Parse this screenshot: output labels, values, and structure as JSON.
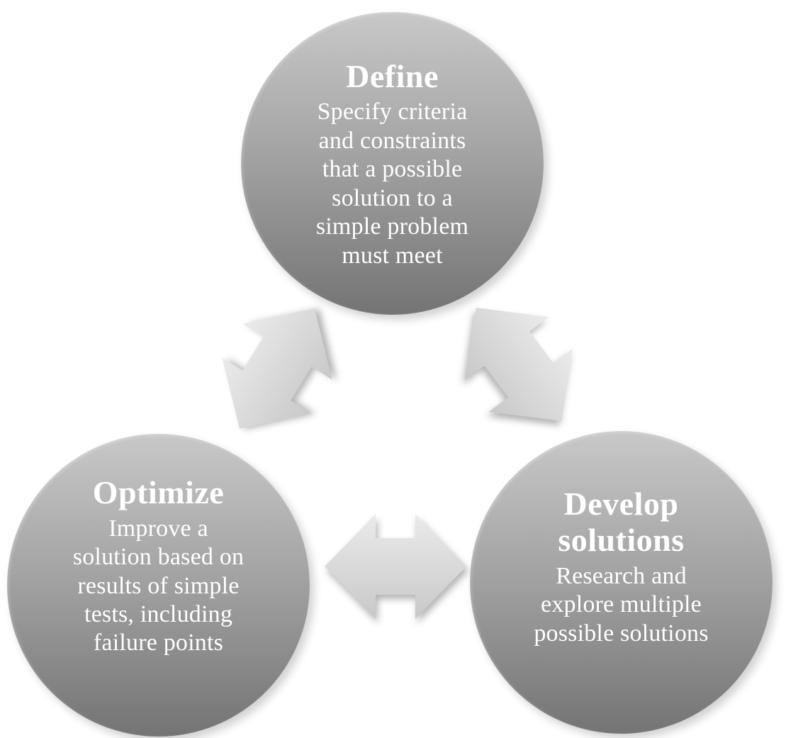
{
  "diagram": {
    "type": "cycle",
    "background_color": "#ffffff",
    "nodes": {
      "define": {
        "title": "Define",
        "body": [
          "Specify criteria",
          "and constraints",
          "that a possible",
          "solution to a",
          "simple problem",
          "must meet"
        ]
      },
      "optimize": {
        "title": "Optimize",
        "body": [
          "Improve a",
          "solution based on",
          "results of simple",
          "tests, including",
          "failure points"
        ]
      },
      "develop": {
        "title": [
          "Develop",
          "solutions"
        ],
        "body": [
          "Research and",
          "explore multiple",
          "possible solutions"
        ]
      }
    },
    "connectors": [
      {
        "name": "define-optimize",
        "type": "double-arrow",
        "between": [
          "Define",
          "Optimize"
        ]
      },
      {
        "name": "define-develop-solutions",
        "type": "double-arrow",
        "between": [
          "Define",
          "Develop solutions"
        ]
      },
      {
        "name": "optimize-develop-solutions",
        "type": "double-arrow",
        "between": [
          "Optimize",
          "Develop solutions"
        ]
      }
    ],
    "colors": {
      "circle_gradient_top": "#c8c8c8",
      "circle_gradient_mid": "#a2a2a2",
      "circle_gradient_bottom": "#747474",
      "arrow_gradient_top": "#eaeaea",
      "arrow_gradient_bottom": "#c8c8c8",
      "text": "#ffffff"
    }
  }
}
